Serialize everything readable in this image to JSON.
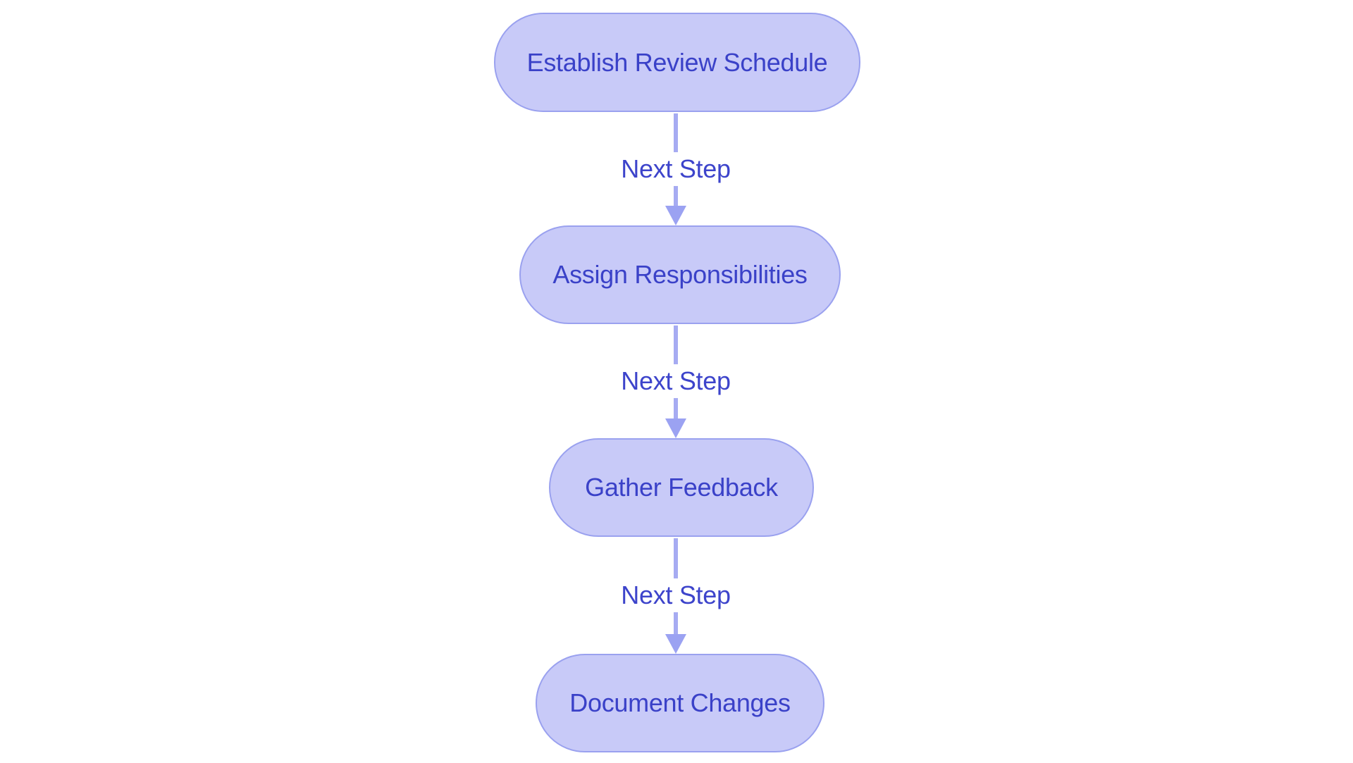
{
  "diagram": {
    "type": "flowchart",
    "direction": "top-down",
    "nodes": [
      {
        "id": "n1",
        "shape": "stadium",
        "label": "Establish Review Schedule"
      },
      {
        "id": "n2",
        "shape": "stadium",
        "label": "Assign Responsibilities"
      },
      {
        "id": "n3",
        "shape": "stadium",
        "label": "Gather Feedback"
      },
      {
        "id": "n4",
        "shape": "stadium",
        "label": "Document Changes"
      }
    ],
    "edges": [
      {
        "from": "n1",
        "to": "n2",
        "label": "Next Step",
        "arrow": "down"
      },
      {
        "from": "n2",
        "to": "n3",
        "label": "Next Step",
        "arrow": "down"
      },
      {
        "from": "n3",
        "to": "n4",
        "label": "Next Step",
        "arrow": "down"
      }
    ],
    "colors": {
      "canvas_bg": "#ffffff",
      "node_fill": "#c8caf8",
      "node_border": "#9aa1ef",
      "node_text": "#3a41c8",
      "edge_line": "#a6abf2",
      "edge_arrowhead": "#9ba2f2",
      "edge_label_text": "#3d44cb",
      "edge_label_bg": "#ffffff"
    }
  }
}
